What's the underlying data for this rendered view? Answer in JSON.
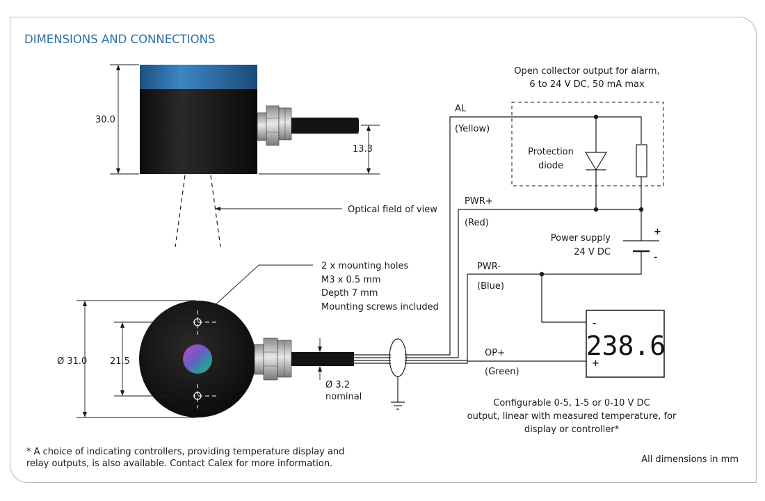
{
  "title": "DIMENSIONS AND CONNECTIONS",
  "dimensions": {
    "height": "30.0",
    "cable_height": "13.3",
    "diameter": "Ø 31.0",
    "hole_spacing": "21.5",
    "cable_diameter": "Ø 3.2",
    "cable_nominal": "nominal"
  },
  "labels": {
    "optical_field": "Optical field of view",
    "mounting_holes": [
      "2 x mounting holes",
      "M3 x 0.5 mm",
      "Depth 7 mm",
      "Mounting screws included"
    ],
    "open_collector": [
      "Open collector output for alarm,",
      "6 to 24 V DC, 50 mA max"
    ],
    "protection_diode": [
      "Protection",
      "diode"
    ],
    "power_supply": [
      "Power supply",
      "24 V DC"
    ],
    "configurable": [
      "Configurable 0-5, 1-5 or 0-10 V DC",
      "output, linear with measured temperature, for",
      "display or controller*"
    ]
  },
  "wires": {
    "al": "AL",
    "al_color": "(Yellow)",
    "pwr_plus": "PWR+",
    "pwr_plus_color": "(Red)",
    "pwr_minus": "PWR-",
    "pwr_minus_color": "(Blue)",
    "op_plus": "OP+",
    "op_plus_color": "(Green)"
  },
  "polarity": {
    "plus": "+",
    "minus": "-"
  },
  "display": {
    "reading": "238.6",
    "minus": "-",
    "plus": "+"
  },
  "footnote": [
    "* A choice of indicating controllers, providing temperature display and",
    "relay outputs, is also available. Contact Calex for more information."
  ],
  "units_note": "All dimensions in mm",
  "colors": {
    "title": "#2e6fa7",
    "sensor_cap": "#2f6fa8",
    "sensor_body": "#151515"
  }
}
